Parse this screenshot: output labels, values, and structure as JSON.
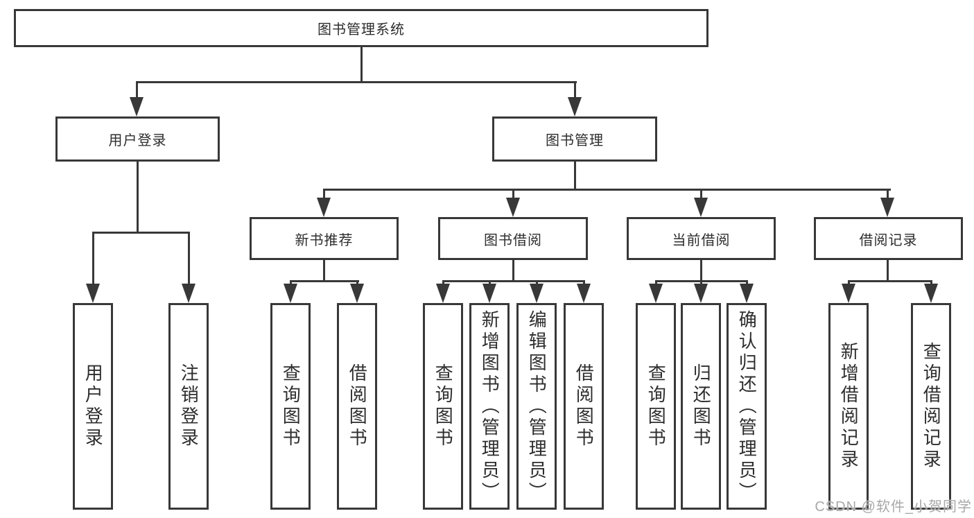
{
  "diagram": {
    "root": {
      "label": "图书管理系统"
    },
    "level2": [
      {
        "label": "用户登录"
      },
      {
        "label": "图书管理"
      }
    ],
    "level3": [
      {
        "label": "新书推荐"
      },
      {
        "label": "图书借阅"
      },
      {
        "label": "当前借阅"
      },
      {
        "label": "借阅记录"
      }
    ],
    "leaves": [
      {
        "label": "用户登录"
      },
      {
        "label": "注销登录"
      },
      {
        "label": "查询图书"
      },
      {
        "label": "借阅图书"
      },
      {
        "label": "查询图书"
      },
      {
        "label": "新增图书（管理员）"
      },
      {
        "label": "编辑图书（管理员）"
      },
      {
        "label": "借阅图书"
      },
      {
        "label": "查询图书"
      },
      {
        "label": "归还图书"
      },
      {
        "label": "确认归还（管理员）"
      },
      {
        "label": "新增借阅记录"
      },
      {
        "label": "查询借阅记录"
      }
    ],
    "colors": {
      "line": "#383838",
      "text": "#2d2d2d",
      "watermark": "#a8a8a8",
      "background": "#ffffff"
    },
    "watermark": "CSDN @软件_小贺同学"
  }
}
